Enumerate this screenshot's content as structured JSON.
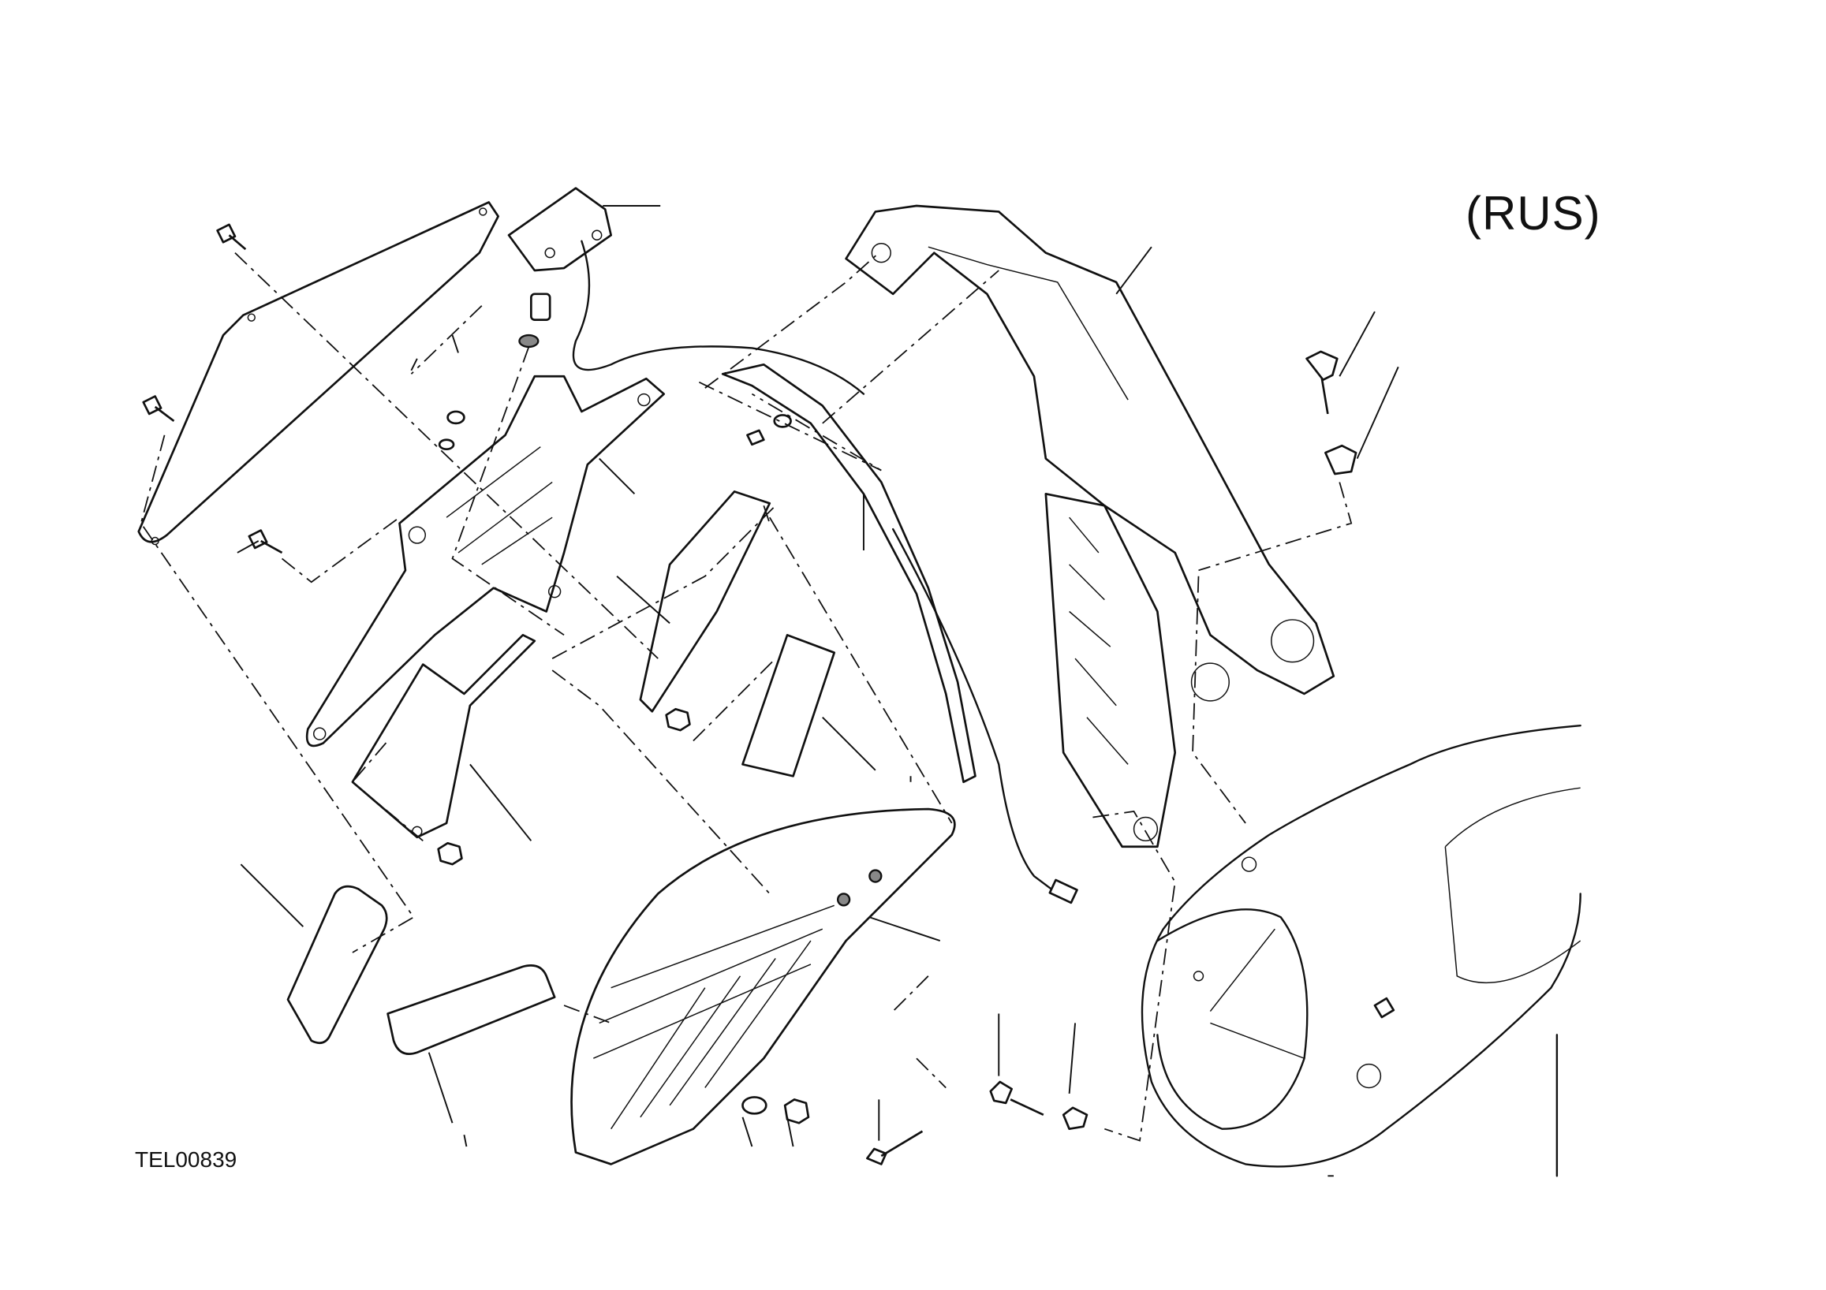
{
  "diagram": {
    "variant_label": "(RUS)",
    "drawing_code": "TEL00839",
    "parts": [
      "license-plate",
      "bolt",
      "turn-signal",
      "spacer",
      "washer",
      "plate-holder-bracket",
      "reflector-bracket",
      "reflector",
      "rear-grab-rail",
      "wiring-harness",
      "rear-fender",
      "nut",
      "frame-subframe"
    ]
  }
}
